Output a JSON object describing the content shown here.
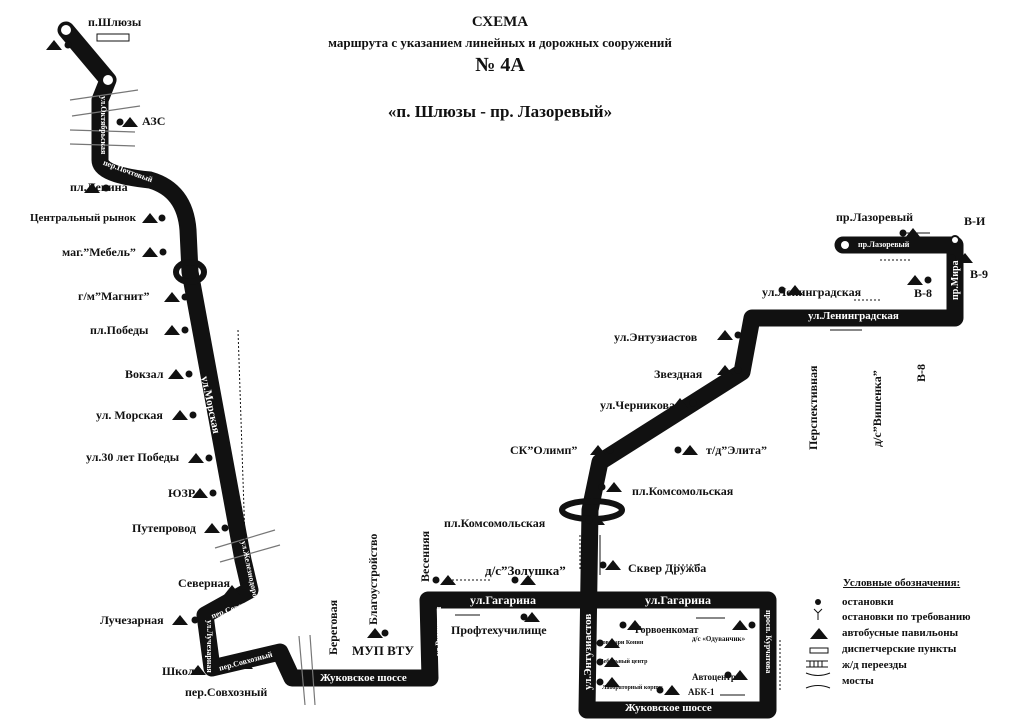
{
  "header": {
    "title": "СХЕМА",
    "subtitle": "маршрута с указанием линейных и дорожных сооружений",
    "route_number": "№ 4А",
    "route_name": "«п. Шлюзы - пр. Лазоревый»"
  },
  "streets": {
    "pochtovy": "пер.Почтовый",
    "oktyabrskaya": "ул.Октябрьская",
    "morskaya": "ул.Морская",
    "zhel": "ул.Железнодорожная",
    "severny": "пер.Северный",
    "luchezarnaya": "ул.Лучезарная",
    "sovkhozny": "пер.Совхозный",
    "zhukovskoe1": "Жуковское шоссе",
    "rudnichnaya": "ул.Рудничная",
    "gagarina1": "ул.Гагарина",
    "gagarina2": "ул.Гагарина",
    "entuziastov1": "ул.Энтузиастов",
    "entuziastov2": "ул.Энтузиастов",
    "kurchatova": "просп. Курчатова",
    "zhukovskoe2": "Жуковское шоссе",
    "leningradskaya": "ул.Ленинградская",
    "mira": "пр.Мира",
    "lazorevy": "пр.Лазоревый"
  },
  "stops": {
    "shlyuzy": "п.Шлюзы",
    "azs": "АЗС",
    "lenina": "пл.Ленина",
    "rynok": "Центральный рынок",
    "mebel": "маг.”Мебель”",
    "magnit": "г/м”Магнит”",
    "pobedy": "пл.Победы",
    "vokzal": "Вокзал",
    "morskaya": "ул. Морская",
    "let30": "ул.30 лет Победы",
    "yuzr": "ЮЗР",
    "puteprovod": "Путепровод",
    "severnaya": "Северная",
    "luchezarnaya": "Лучезарная",
    "shkola": "Школа",
    "sovkhozny": "пер.Совхозный",
    "beregovaya": "Береговая",
    "blagoustroystvo": "Благоустройство",
    "mup": "МУП ВТУ",
    "vesennyaya": "Весенняя",
    "zolushka": "д/с”Золушка”",
    "profteh": "Профтехучилище",
    "komsomolskaya1": "пл.Комсомольская",
    "komsomolskaya2": "пл.Комсомольская",
    "skver": "Сквер Дружба",
    "olimp": "СК”Олимп”",
    "elita": "т/д”Элита”",
    "chernikova": "ул.Черникова",
    "zvezdnaya": "Звездная",
    "entuziastov": "ул.Энтузиастов",
    "leningradskaya": "ул.Ленинградская",
    "perspektivnaya": "Перспективная",
    "vishenka": "д/с”Вишенка”",
    "v8a": "В-8",
    "v8b": "В-8",
    "v9": "В-9",
    "vi": "В-И",
    "lazorevy": "пр.Лазоревый",
    "gorvoenkomat": "Горвоенкомат",
    "oduvanchik": "д/с «Одуванчик»",
    "konin": "Поводари Конин",
    "mebcentr": "Мебельный центр",
    "lab": "Лабораторный корпус",
    "avtocentr": "Автоцентр",
    "abk": "АБК-1"
  },
  "legend": {
    "title": "Условные обозначения:",
    "items": [
      "остановки",
      "остановки по требованию",
      "автобусные павильоны",
      "диспетчерские пункты",
      "ж/д переезды",
      "мосты"
    ]
  }
}
